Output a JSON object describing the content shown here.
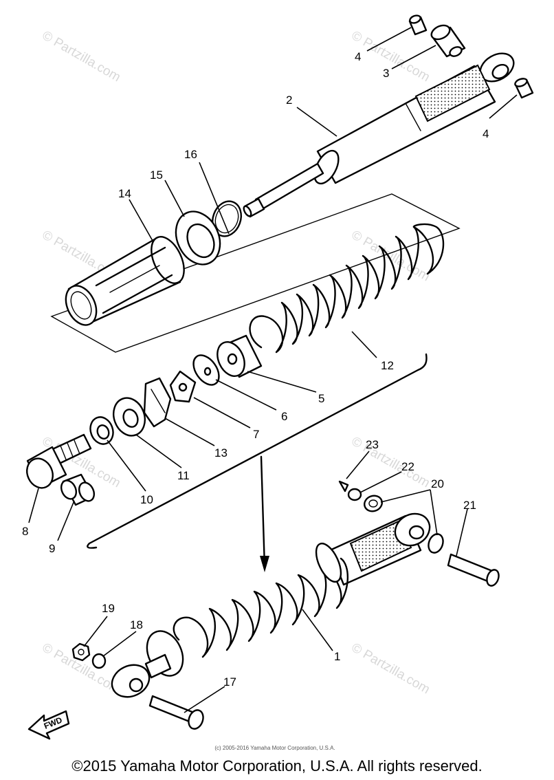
{
  "watermark": "© Partzilla.com",
  "fwd_label": "FWD",
  "small_credit": "(c) 2005-2016 Yamaha Motor Corporation, U.S.A.",
  "copyright": "©2015 Yamaha Motor Corporation, U.S.A. All rights reserved.",
  "callouts": {
    "c1": "1",
    "c2": "2",
    "c3": "3",
    "c4a": "4",
    "c4b": "4",
    "c5": "5",
    "c6": "6",
    "c7": "7",
    "c8": "8",
    "c9": "9",
    "c10": "10",
    "c11": "11",
    "c12": "12",
    "c13": "13",
    "c14": "14",
    "c15": "15",
    "c16": "16",
    "c17": "17",
    "c18": "18",
    "c19": "19",
    "c20": "20",
    "c21": "21",
    "c22": "22",
    "c23": "23"
  }
}
